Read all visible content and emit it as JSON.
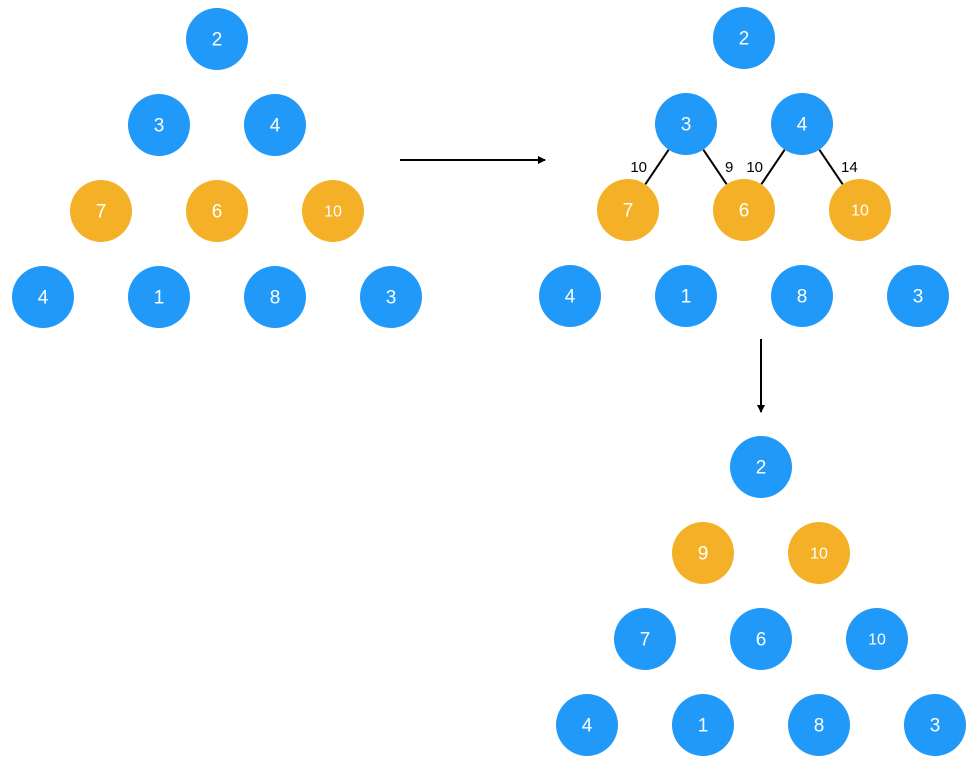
{
  "colors": {
    "blue": "#2199f8",
    "orange": "#f4b127",
    "text": "#ffffff",
    "line": "#000000"
  },
  "trees": [
    {
      "id": "initial",
      "rows": [
        [
          {
            "v": "2",
            "c": "blue"
          }
        ],
        [
          {
            "v": "3",
            "c": "blue"
          },
          {
            "v": "4",
            "c": "blue"
          }
        ],
        [
          {
            "v": "7",
            "c": "orange"
          },
          {
            "v": "6",
            "c": "orange"
          },
          {
            "v": "10",
            "c": "orange"
          }
        ],
        [
          {
            "v": "4",
            "c": "blue"
          },
          {
            "v": "1",
            "c": "blue"
          },
          {
            "v": "8",
            "c": "blue"
          },
          {
            "v": "3",
            "c": "blue"
          }
        ]
      ]
    },
    {
      "id": "edge-weights",
      "rows": [
        [
          {
            "v": "2",
            "c": "blue"
          }
        ],
        [
          {
            "v": "3",
            "c": "blue"
          },
          {
            "v": "4",
            "c": "blue"
          }
        ],
        [
          {
            "v": "7",
            "c": "orange"
          },
          {
            "v": "6",
            "c": "orange"
          },
          {
            "v": "10",
            "c": "orange"
          }
        ],
        [
          {
            "v": "4",
            "c": "blue"
          },
          {
            "v": "1",
            "c": "blue"
          },
          {
            "v": "8",
            "c": "blue"
          },
          {
            "v": "3",
            "c": "blue"
          }
        ]
      ],
      "edges": [
        {
          "from": [
            1,
            0
          ],
          "to": [
            2,
            0
          ],
          "label": "10"
        },
        {
          "from": [
            1,
            0
          ],
          "to": [
            2,
            1
          ],
          "label": "9"
        },
        {
          "from": [
            1,
            1
          ],
          "to": [
            2,
            1
          ],
          "label": "10"
        },
        {
          "from": [
            1,
            1
          ],
          "to": [
            2,
            2
          ],
          "label": "14"
        }
      ]
    },
    {
      "id": "result",
      "rows": [
        [
          {
            "v": "2",
            "c": "blue"
          }
        ],
        [
          {
            "v": "9",
            "c": "orange"
          },
          {
            "v": "10",
            "c": "orange"
          }
        ],
        [
          {
            "v": "7",
            "c": "blue"
          },
          {
            "v": "6",
            "c": "blue"
          },
          {
            "v": "10",
            "c": "blue"
          }
        ],
        [
          {
            "v": "4",
            "c": "blue"
          },
          {
            "v": "1",
            "c": "blue"
          },
          {
            "v": "8",
            "c": "blue"
          },
          {
            "v": "3",
            "c": "blue"
          }
        ]
      ]
    }
  ]
}
